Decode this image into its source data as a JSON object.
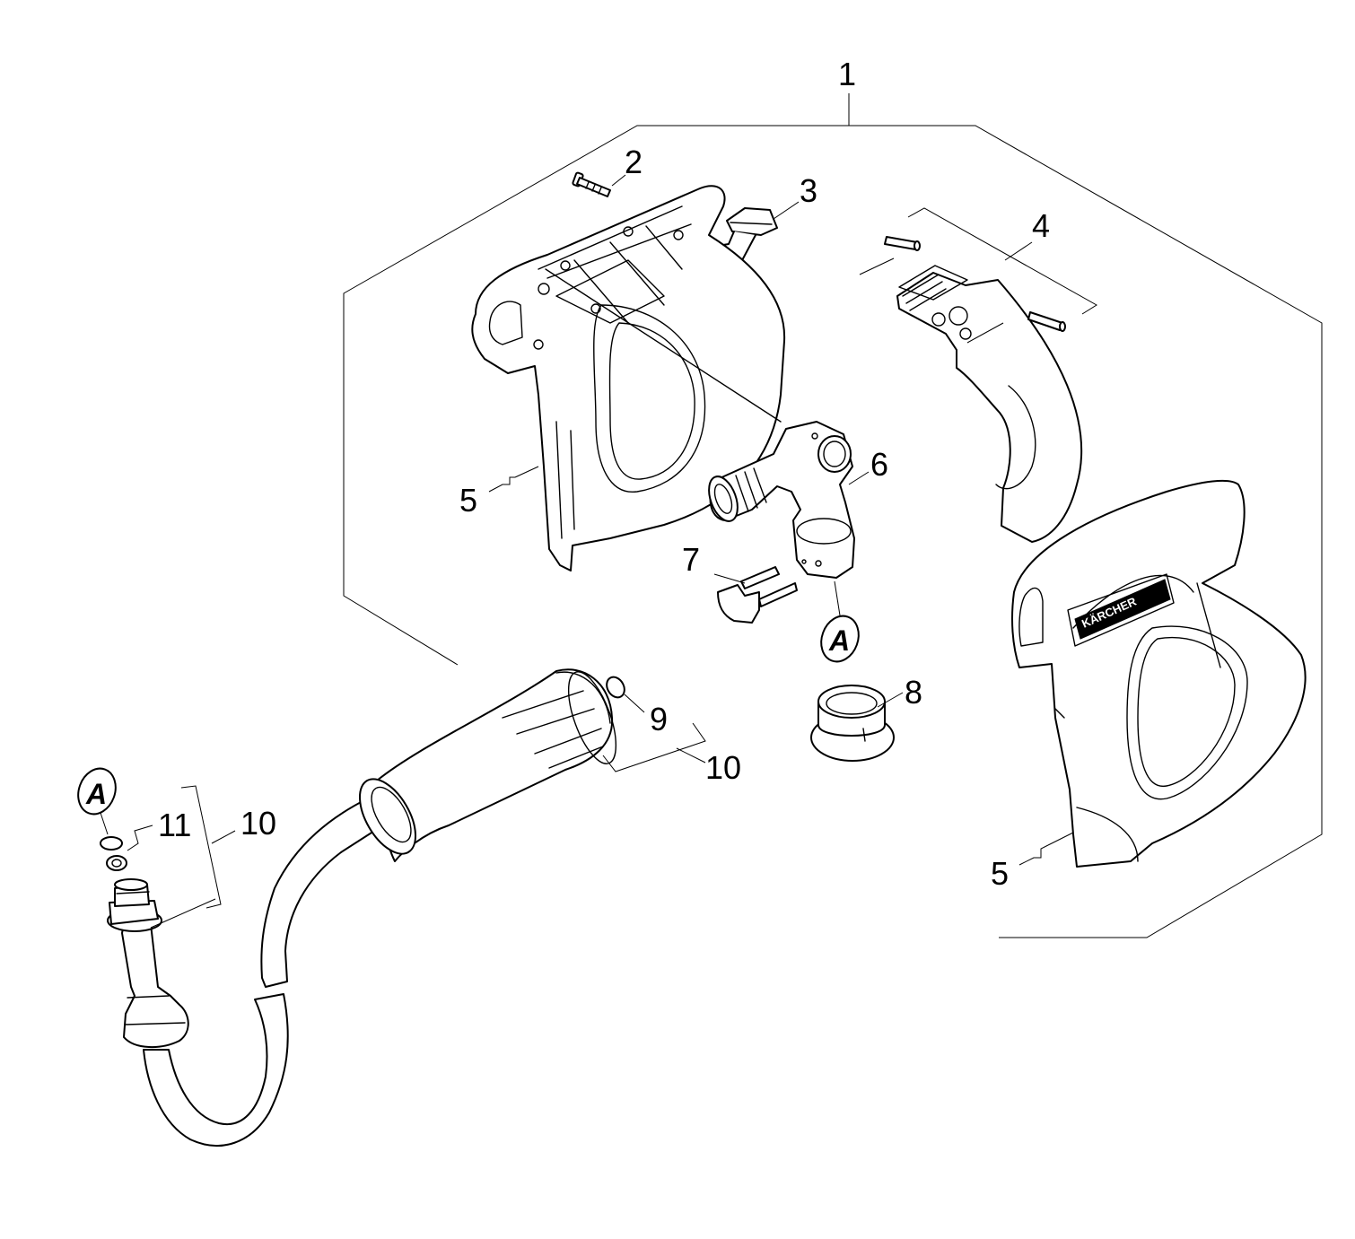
{
  "callouts": {
    "c1": "1",
    "c2": "2",
    "c3": "3",
    "c4": "4",
    "c5a": "5",
    "c5b": "5",
    "c6": "6",
    "c7": "7",
    "c8": "8",
    "c9": "9",
    "c10a": "10",
    "c10b": "10",
    "c11": "11"
  },
  "references": {
    "a_upper": "A",
    "a_lower": "A"
  },
  "brand_label": "KÄRCHER"
}
